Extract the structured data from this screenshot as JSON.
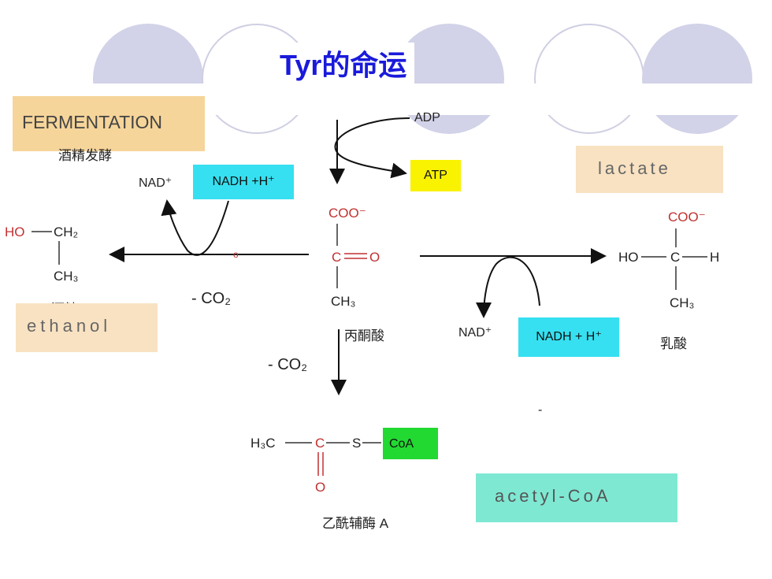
{
  "title": "Tyr的命运",
  "labels": {
    "fermentation": "FERMENTATION",
    "fermentation_zh": "酒精发酵",
    "adp": "ADP",
    "atp": "ATP",
    "lactate": "lactate",
    "nad_left": "NAD⁺",
    "nadh_left": "NADH +H⁺",
    "ethanol_zh": "酒精",
    "ethanol": "ethanol",
    "co2_left": "- CO₂",
    "pyruvate_zh": "丙酮酸",
    "nad_right": "NAD⁺",
    "nadh_right": "NADH + H⁺",
    "lactate_zh": "乳酸",
    "co2_down": "- CO₂",
    "acetylcoa_zh": "乙酰辅酶 A",
    "acetylcoa": "acetyl-CoA",
    "dash_mark": "-"
  },
  "ethanol_struct": {
    "ho": "HO",
    "ch2": "CH₂",
    "ch3": "CH₃"
  },
  "pyruvate_struct": {
    "coo": "COO⁻",
    "c": "C",
    "o": "O",
    "ch3": "CH₃"
  },
  "lactate_struct": {
    "coo": "COO⁻",
    "ho": "HO",
    "c": "C",
    "h": "H",
    "ch3": "CH₃"
  },
  "acetylcoa_struct": {
    "h3c": "H₃C",
    "c": "C",
    "s": "S",
    "coa": "CoA",
    "o": "O"
  },
  "colors": {
    "title": "#1a1adb",
    "orange_box": "#f6d59a",
    "beige_box": "#f8e2c2",
    "cyan_box": "#36e0f0",
    "yellow_box": "#f9f200",
    "green_box": "#22d931",
    "mint_box": "#7fe8d3",
    "chem_red": "#c23030"
  }
}
